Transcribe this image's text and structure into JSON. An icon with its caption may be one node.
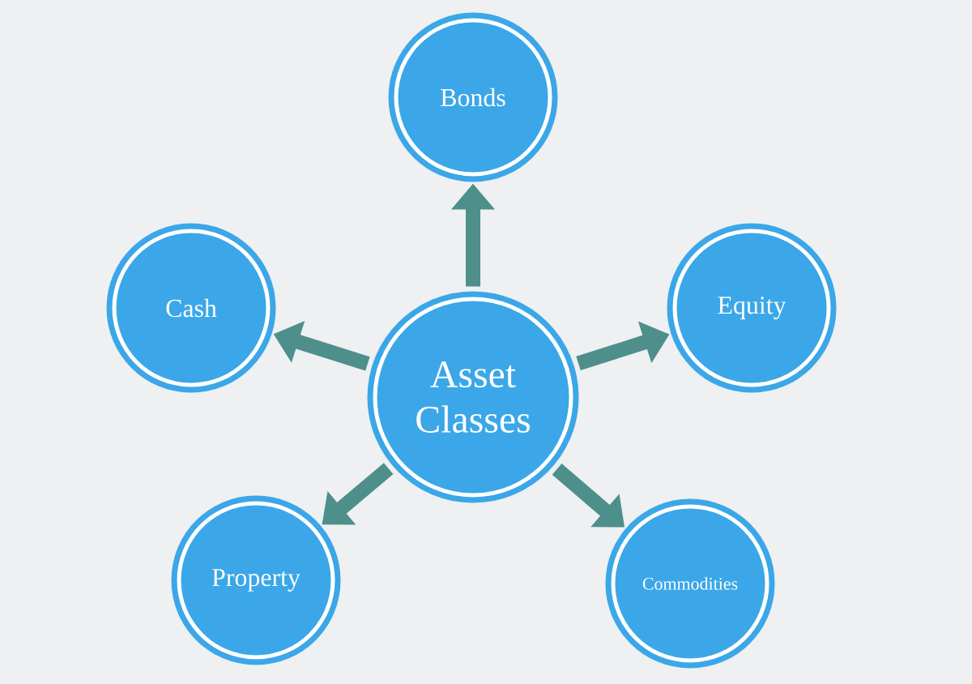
{
  "diagram": {
    "nodes": [
      {
        "text": [
          "Asset Classes"
        ]
      },
      {
        "text": [
          "Bonds"
        ]
      },
      {
        "text": [
          "Cash"
        ]
      },
      {
        "text": [
          "Equity"
        ]
      },
      {
        "text": [
          "Property"
        ]
      },
      {
        "text": [
          "Commodities"
        ]
      }
    ],
    "edges": [
      {
        "from": 0,
        "to": 1,
        "arrow": "to"
      },
      {
        "from": 0,
        "to": 2,
        "arrow": "to"
      },
      {
        "from": 0,
        "to": 3,
        "arrow": "to"
      },
      {
        "from": 0,
        "to": 4,
        "arrow": "to"
      },
      {
        "from": 0,
        "to": 5,
        "arrow": "to"
      }
    ]
  }
}
